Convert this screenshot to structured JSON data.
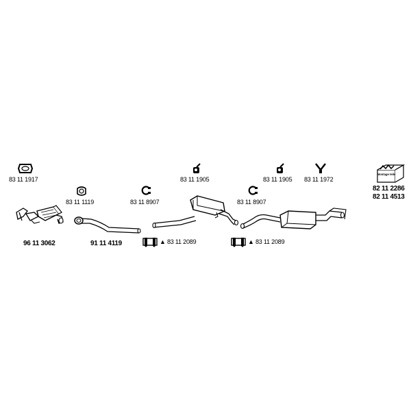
{
  "parts": {
    "gasket_top": "83 11 1917",
    "gasket_flange": "83 11 1119",
    "clamp_1": "83 11 8907",
    "hanger_1": "83 11 1905",
    "clamp_2": "83 11 8907",
    "hanger_2": "83 11 1905",
    "hanger_3": "83 11 1972",
    "mounting_kit_1": "82 11 2286",
    "mounting_kit_2": "82 11 4513",
    "catalyst": "96 11 3062",
    "front_pipe": "91 11 4119",
    "sleeve_1": "83 11 2089",
    "sleeve_2": "83 11 2089"
  },
  "kit_box_text": "Montage teile",
  "triangle_glyph": "▲"
}
